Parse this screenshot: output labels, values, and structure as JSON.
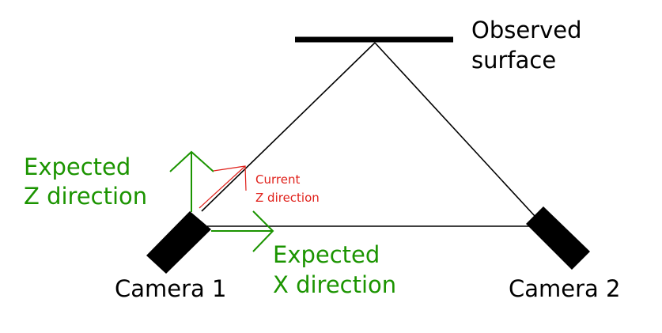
{
  "labels": {
    "surface_line1": "Observed",
    "surface_line2": "surface",
    "camera1": "Camera 1",
    "camera2": "Camera 2",
    "expected_z_line1": "Expected",
    "expected_z_line2": "Z direction",
    "expected_x_line1": "Expected",
    "expected_x_line2": "X direction",
    "current_z_line1": "Current",
    "current_z_line2": "Z direction"
  },
  "colors": {
    "geometry": "#000000",
    "expected": "#1b9400",
    "current": "#e0201a"
  }
}
